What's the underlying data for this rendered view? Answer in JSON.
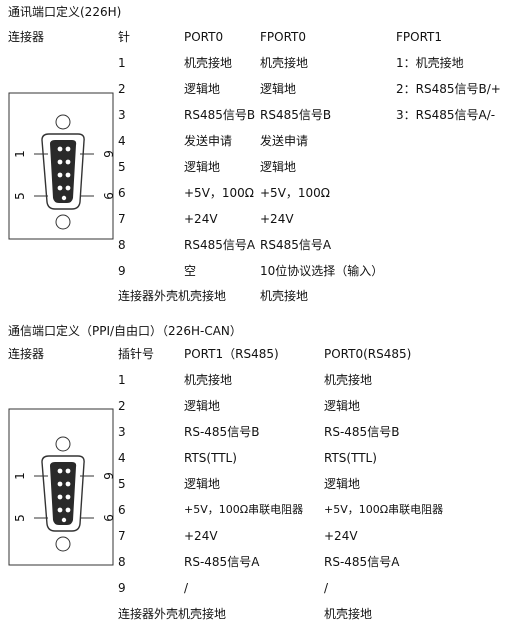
{
  "section1": {
    "title": "通讯端口定义(226H)",
    "headers": [
      "连接器",
      "针",
      "PORT0",
      "FPORT0",
      "FPORT1"
    ],
    "rows": [
      {
        "pin": "1",
        "c1": "机壳接地",
        "c2": "机壳接地",
        "c3": "1：机壳接地"
      },
      {
        "pin": "2",
        "c1": "逻辑地",
        "c2": "逻辑地",
        "c3": "2：RS485信号B/+"
      },
      {
        "pin": "3",
        "c1": "RS485信号B",
        "c2": "RS485信号B",
        "c3": "3：RS485信号A/-"
      },
      {
        "pin": "4",
        "c1": "发送申请",
        "c2": "发送申请",
        "c3": ""
      },
      {
        "pin": "5",
        "c1": "逻辑地",
        "c2": "逻辑地",
        "c3": ""
      },
      {
        "pin": "6",
        "c1": "+5V，100Ω",
        "c2": "+5V，100Ω",
        "c3": ""
      },
      {
        "pin": "7",
        "c1": "+24V",
        "c2": "+24V",
        "c3": ""
      },
      {
        "pin": "8",
        "c1": "RS485信号A",
        "c2": "RS485信号A",
        "c3": ""
      },
      {
        "pin": "9",
        "c1": "空",
        "c2": "10位协议选择（输入）",
        "c3": ""
      }
    ],
    "footer": {
      "label": "连接器外壳",
      "c1": "机壳接地",
      "c2": "机壳接地"
    }
  },
  "section2": {
    "title": "通信端口定义（PPI/自由口）（226H-CAN）",
    "headers": [
      "连接器",
      "插针号",
      "PORT1（RS485)",
      "PORT0(RS485)"
    ],
    "rows": [
      {
        "pin": "1",
        "c1": "机壳接地",
        "c2": "机壳接地"
      },
      {
        "pin": "2",
        "c1": "逻辑地",
        "c2": "逻辑地"
      },
      {
        "pin": "3",
        "c1": "RS-485信号B",
        "c2": "RS-485信号B"
      },
      {
        "pin": "4",
        "c1": "RTS(TTL)",
        "c2": "RTS(TTL)"
      },
      {
        "pin": "5",
        "c1": "逻辑地",
        "c2": "逻辑地"
      },
      {
        "pin": "6",
        "c1": "+5V，100Ω串联电阻器",
        "c2": "+5V，100Ω串联电阻器"
      },
      {
        "pin": "7",
        "c1": "+24V",
        "c2": "+24V"
      },
      {
        "pin": "8",
        "c1": "RS-485信号A",
        "c2": "RS-485信号A"
      },
      {
        "pin": "9",
        "c1": "/",
        "c2": "/"
      }
    ],
    "footer": {
      "label": "连接器外壳",
      "c1": "机壳接地",
      "c2": "机壳接地"
    }
  },
  "connector_labels": {
    "pin1": "1",
    "pin5": "5",
    "pin6": "6",
    "pin9": "9"
  }
}
